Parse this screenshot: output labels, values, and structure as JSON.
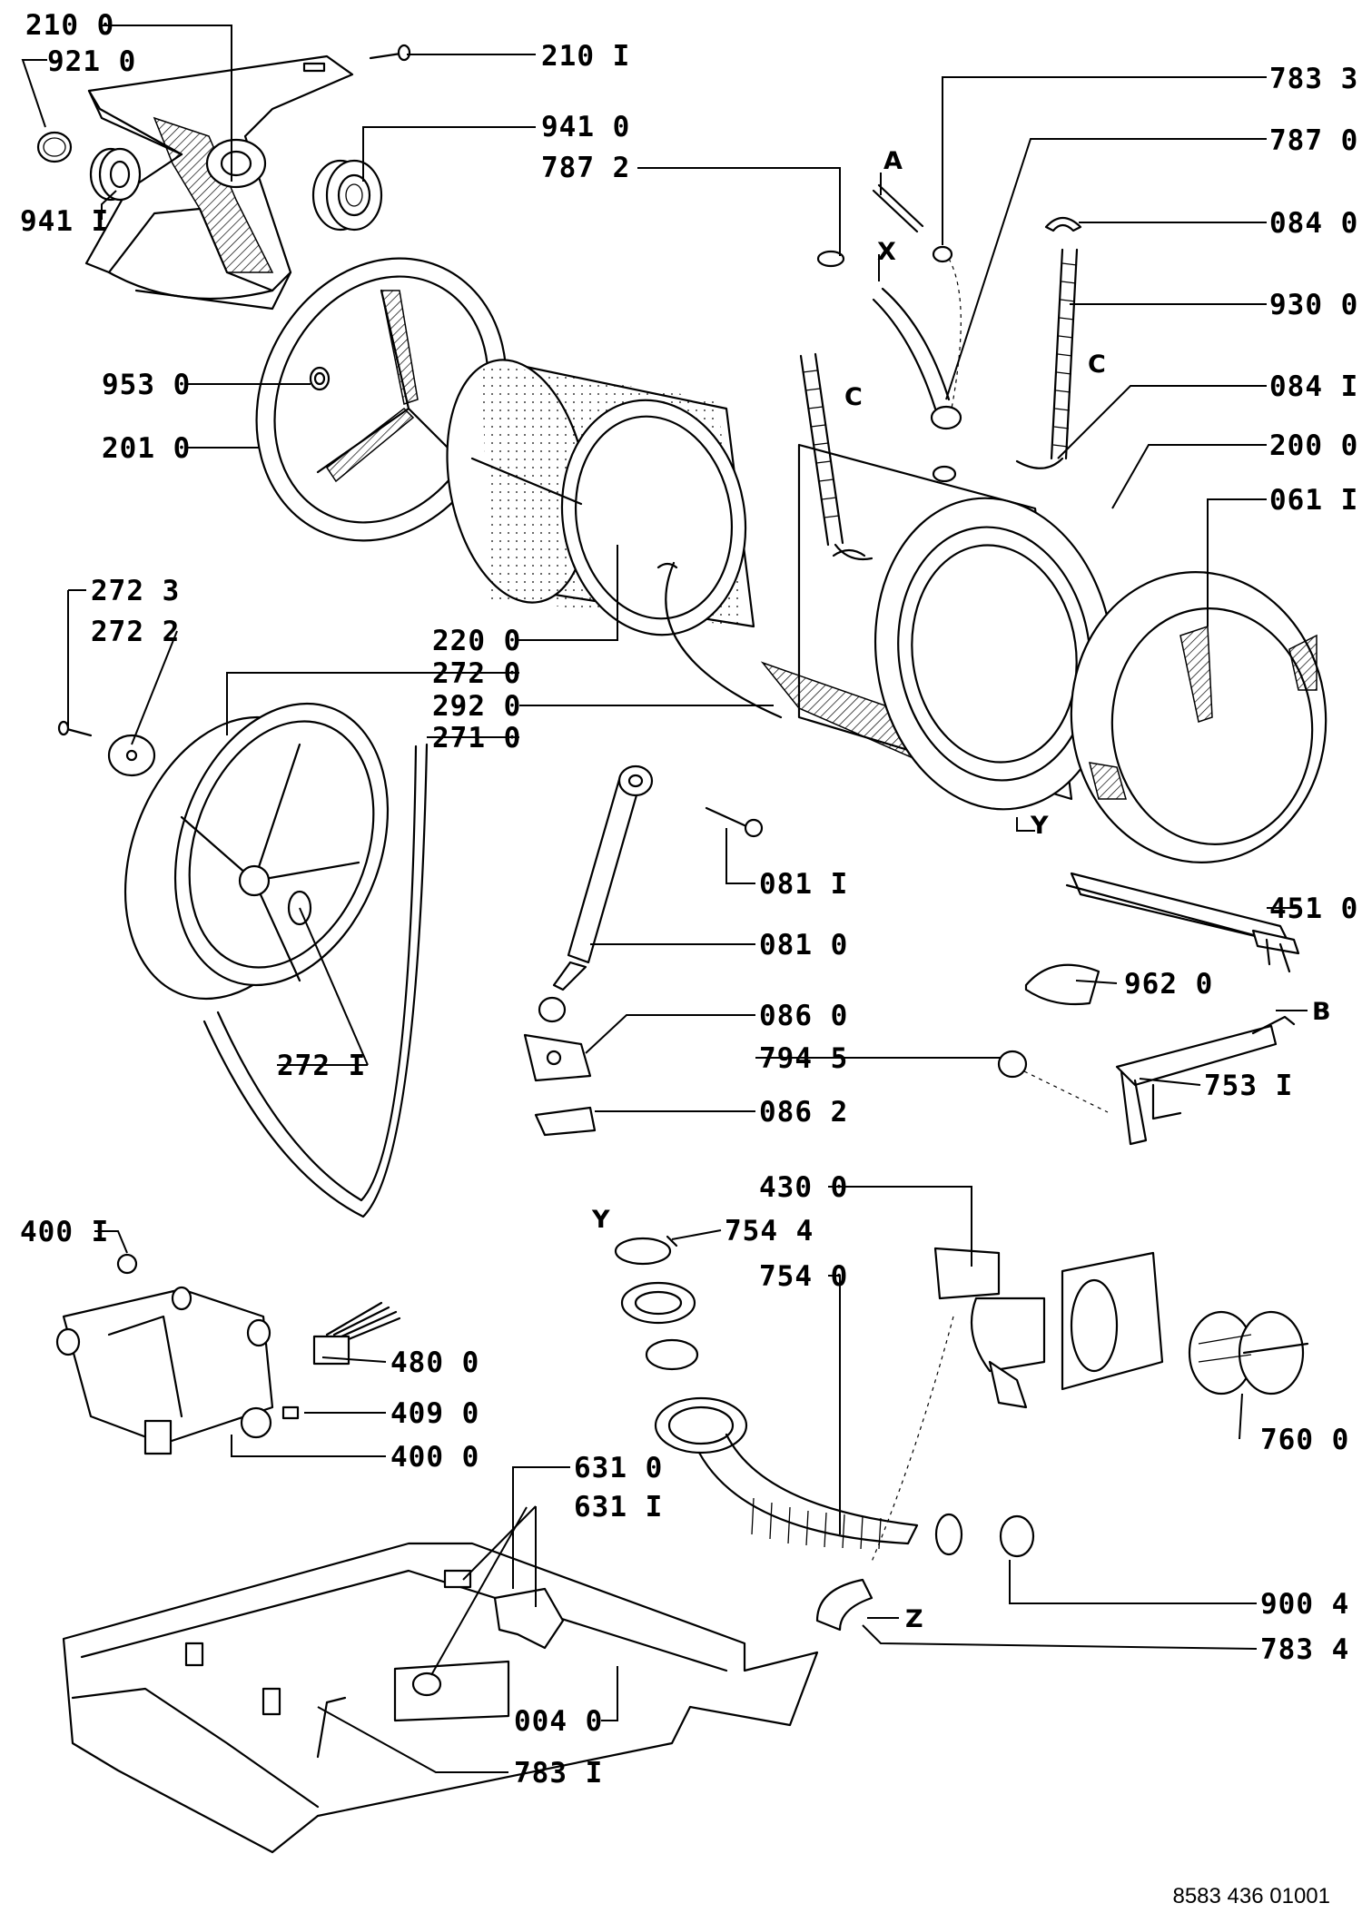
{
  "diagram": {
    "document_number": "8583 436 01001",
    "callouts": [
      {
        "id": "c-2100",
        "text": "210 0"
      },
      {
        "id": "c-9210",
        "text": "921 0"
      },
      {
        "id": "c-9411",
        "text": "941 I"
      },
      {
        "id": "c-2101",
        "text": "210 I"
      },
      {
        "id": "c-9410",
        "text": "941 0"
      },
      {
        "id": "c-7872",
        "text": "787 2"
      },
      {
        "id": "c-7833",
        "text": "783 3"
      },
      {
        "id": "c-7870",
        "text": "787 0"
      },
      {
        "id": "c-0840",
        "text": "084 0"
      },
      {
        "id": "c-9300",
        "text": "930 0"
      },
      {
        "id": "c-0841",
        "text": "084 I"
      },
      {
        "id": "c-2000",
        "text": "200 0"
      },
      {
        "id": "c-0611",
        "text": "061 I"
      },
      {
        "id": "c-9530",
        "text": "953 0"
      },
      {
        "id": "c-2010",
        "text": "201 0"
      },
      {
        "id": "c-2723",
        "text": "272 3"
      },
      {
        "id": "c-2722",
        "text": "272 2"
      },
      {
        "id": "c-2200",
        "text": "220 0"
      },
      {
        "id": "c-2720",
        "text": "272 0"
      },
      {
        "id": "c-2920",
        "text": "292 0"
      },
      {
        "id": "c-2710",
        "text": "271 0"
      },
      {
        "id": "c-0811",
        "text": "081 I"
      },
      {
        "id": "c-0810",
        "text": "081 0"
      },
      {
        "id": "c-4510",
        "text": "451 0"
      },
      {
        "id": "c-9620",
        "text": "962 0"
      },
      {
        "id": "c-0860",
        "text": "086 0"
      },
      {
        "id": "c-7945",
        "text": "794 5"
      },
      {
        "id": "c-7531",
        "text": "753 I"
      },
      {
        "id": "c-0862",
        "text": "086 2"
      },
      {
        "id": "c-2721",
        "text": "272 I"
      },
      {
        "id": "c-4300",
        "text": "430 0"
      },
      {
        "id": "c-7544",
        "text": "754 4"
      },
      {
        "id": "c-7540",
        "text": "754 0"
      },
      {
        "id": "c-4001",
        "text": "400 I"
      },
      {
        "id": "c-4800",
        "text": "480 0"
      },
      {
        "id": "c-4090",
        "text": "409 0"
      },
      {
        "id": "c-4000",
        "text": "400 0"
      },
      {
        "id": "c-6310",
        "text": "631 0"
      },
      {
        "id": "c-6311",
        "text": "631 I"
      },
      {
        "id": "c-7600",
        "text": "760 0"
      },
      {
        "id": "c-9004",
        "text": "900 4"
      },
      {
        "id": "c-7834",
        "text": "783 4"
      },
      {
        "id": "c-0040",
        "text": "004 0"
      },
      {
        "id": "c-7831",
        "text": "783 I"
      }
    ],
    "markers": {
      "A": "A",
      "X": "X",
      "C1": "C",
      "C2": "C",
      "Y1": "Y",
      "Y2": "Y",
      "B": "B",
      "Z": "Z"
    },
    "colors": {
      "ink": "#000000",
      "paper": "#ffffff"
    }
  }
}
